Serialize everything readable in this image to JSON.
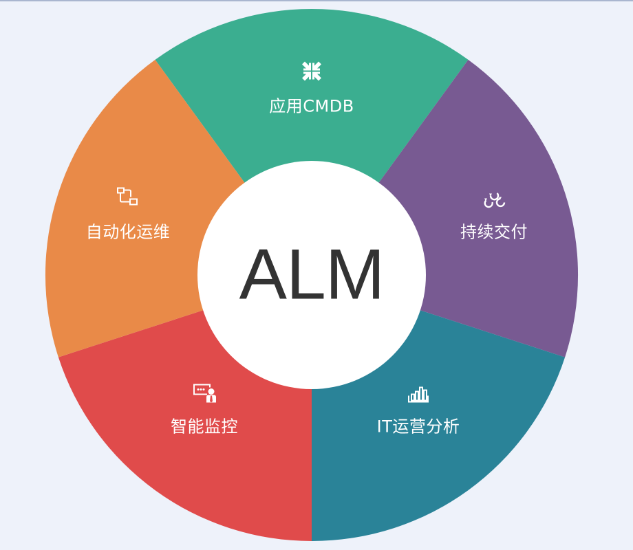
{
  "diagram": {
    "type": "segmented-wheel",
    "center_label": "ALM",
    "center_color": "#ffffff",
    "center_text_color": "#333333",
    "background": "#eef2fa",
    "segments": [
      {
        "label": "应用CMDB",
        "icon": "arrows-converge-icon",
        "color": "#3bae90",
        "start_deg": -36,
        "end_deg": 36
      },
      {
        "label": "持续交付",
        "icon": "cycle-circles-icon",
        "color": "#785a92",
        "start_deg": 36,
        "end_deg": 108
      },
      {
        "label": "IT运营分析",
        "icon": "bar-chart-icon",
        "color": "#2a8398",
        "start_deg": 108,
        "end_deg": 180
      },
      {
        "label": "智能监控",
        "icon": "presenter-board-icon",
        "color": "#e04b4b",
        "start_deg": 180,
        "end_deg": 252
      },
      {
        "label": "自动化运维",
        "icon": "flow-nodes-icon",
        "color": "#e98a48",
        "start_deg": 252,
        "end_deg": 324
      }
    ]
  }
}
